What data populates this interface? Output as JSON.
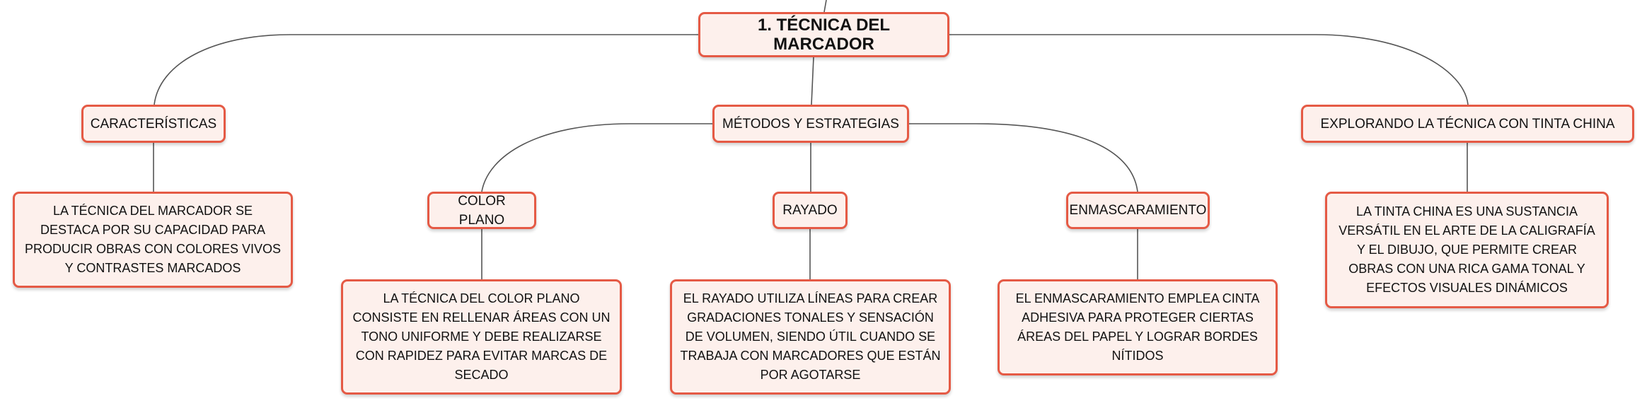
{
  "diagram": {
    "root": {
      "label": "1. TÉCNICA DEL MARCADOR"
    },
    "branches": {
      "caracteristicas": {
        "label": "CARACTERÍSTICAS",
        "description": "LA TÉCNICA DEL MARCADOR SE DESTACA POR SU CAPACIDAD PARA PRODUCIR OBRAS CON COLORES VIVOS Y CONTRASTES MARCADOS"
      },
      "metodos": {
        "label": "MÉTODOS Y ESTRATEGIAS",
        "children": {
          "color_plano": {
            "label": "COLOR PLANO",
            "description": "LA TÉCNICA DEL COLOR PLANO CONSISTE EN RELLENAR ÁREAS CON UN TONO UNIFORME Y DEBE REALIZARSE CON RAPIDEZ PARA EVITAR MARCAS DE SECADO"
          },
          "rayado": {
            "label": "RAYADO",
            "description": "EL RAYADO UTILIZA LÍNEAS PARA CREAR GRADACIONES TONALES Y SENSACIÓN DE VOLUMEN, SIENDO ÚTIL CUANDO SE TRABAJA CON MARCADORES QUE ESTÁN POR AGOTARSE"
          },
          "enmascaramiento": {
            "label": "ENMASCARAMIENTO",
            "description": "EL ENMASCARAMIENTO EMPLEA CINTA ADHESIVA PARA PROTEGER CIERTAS ÁREAS DEL PAPEL Y LOGRAR BORDES NÍTIDOS"
          }
        }
      },
      "tinta_china": {
        "label": "EXPLORANDO LA TÉCNICA CON TINTA CHINA",
        "description": "LA TINTA CHINA ES UNA SUSTANCIA VERSÁTIL EN EL ARTE DE LA CALIGRAFÍA Y EL DIBUJO, QUE PERMITE CREAR OBRAS CON UNA RICA GAMA TONAL Y EFECTOS VISUALES DINÁMICOS"
      }
    },
    "colors": {
      "node_border": "#e55a45",
      "node_fill": "#fdf0ec",
      "connector": "#555555",
      "text": "#111111"
    }
  }
}
